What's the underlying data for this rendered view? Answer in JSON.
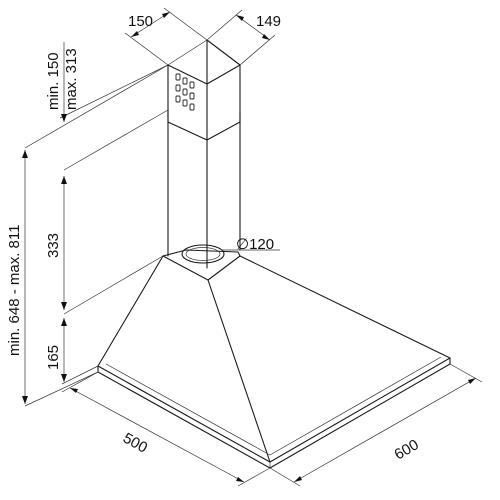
{
  "diagram": {
    "dimensions": {
      "chimney_width": "150",
      "chimney_depth": "149",
      "extension_range": "min. 150",
      "extension_max": "max. 313",
      "chimney_height": "333",
      "hood_height": "165",
      "total_height": "min. 648 - max. 811",
      "hood_depth": "500",
      "hood_width": "600",
      "outlet_diameter": "∅120"
    }
  }
}
